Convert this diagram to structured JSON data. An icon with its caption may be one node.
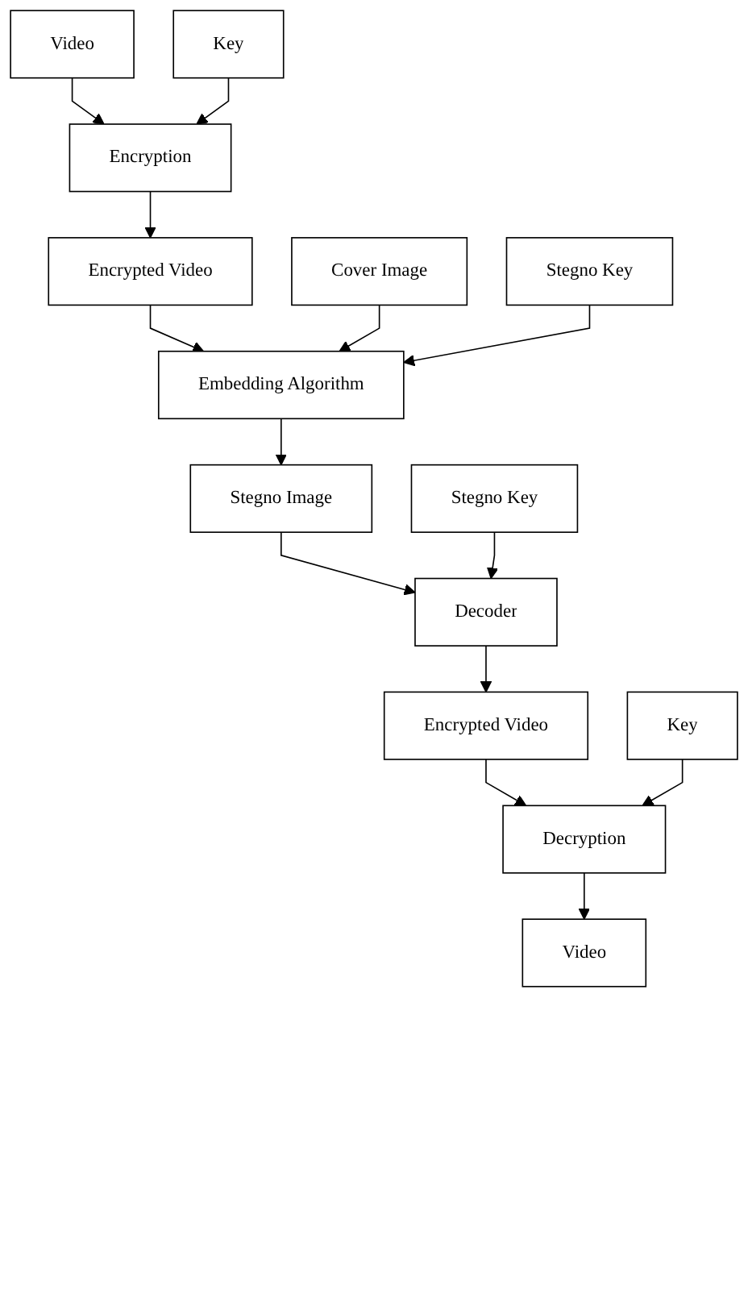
{
  "diagram": {
    "nodes": [
      {
        "text": [
          "Video"
        ]
      },
      {
        "text": [
          "Encryption"
        ]
      },
      {
        "text": [
          "Key"
        ]
      },
      {
        "text": [
          "Encrypted  Video"
        ]
      },
      {
        "text": [
          "Cover Image"
        ]
      },
      {
        "text": [
          "Embedding Algorithm"
        ]
      },
      {
        "text": [
          "Stegno Key"
        ]
      },
      {
        "text": [
          "Stegno Image"
        ]
      },
      {
        "text": [
          "Decoder"
        ]
      },
      {
        "text": [
          "Stegno Key"
        ]
      },
      {
        "text": [
          "Encrypted  Video"
        ]
      },
      {
        "text": [
          "Decryption"
        ]
      },
      {
        "text": [
          "Key"
        ]
      },
      {
        "text": [
          "Video"
        ]
      }
    ],
    "edges": [
      {
        "from": 0,
        "to": 1,
        "arrow": "to"
      },
      {
        "from": 2,
        "to": 1,
        "arrow": "to"
      },
      {
        "from": 1,
        "to": 3,
        "arrow": "to"
      },
      {
        "from": 3,
        "to": 5,
        "arrow": "to"
      },
      {
        "from": 4,
        "to": 5,
        "arrow": "to"
      },
      {
        "from": 6,
        "to": 5,
        "arrow": "to"
      },
      {
        "from": 5,
        "to": 7,
        "arrow": "to"
      },
      {
        "from": 7,
        "to": 8,
        "arrow": "to"
      },
      {
        "from": 9,
        "to": 8,
        "arrow": "to"
      },
      {
        "from": 8,
        "to": 10,
        "arrow": "to"
      },
      {
        "from": 10,
        "to": 11,
        "arrow": "to"
      },
      {
        "from": 12,
        "to": 11,
        "arrow": "to"
      },
      {
        "from": 11,
        "to": 13,
        "arrow": "to"
      }
    ]
  }
}
